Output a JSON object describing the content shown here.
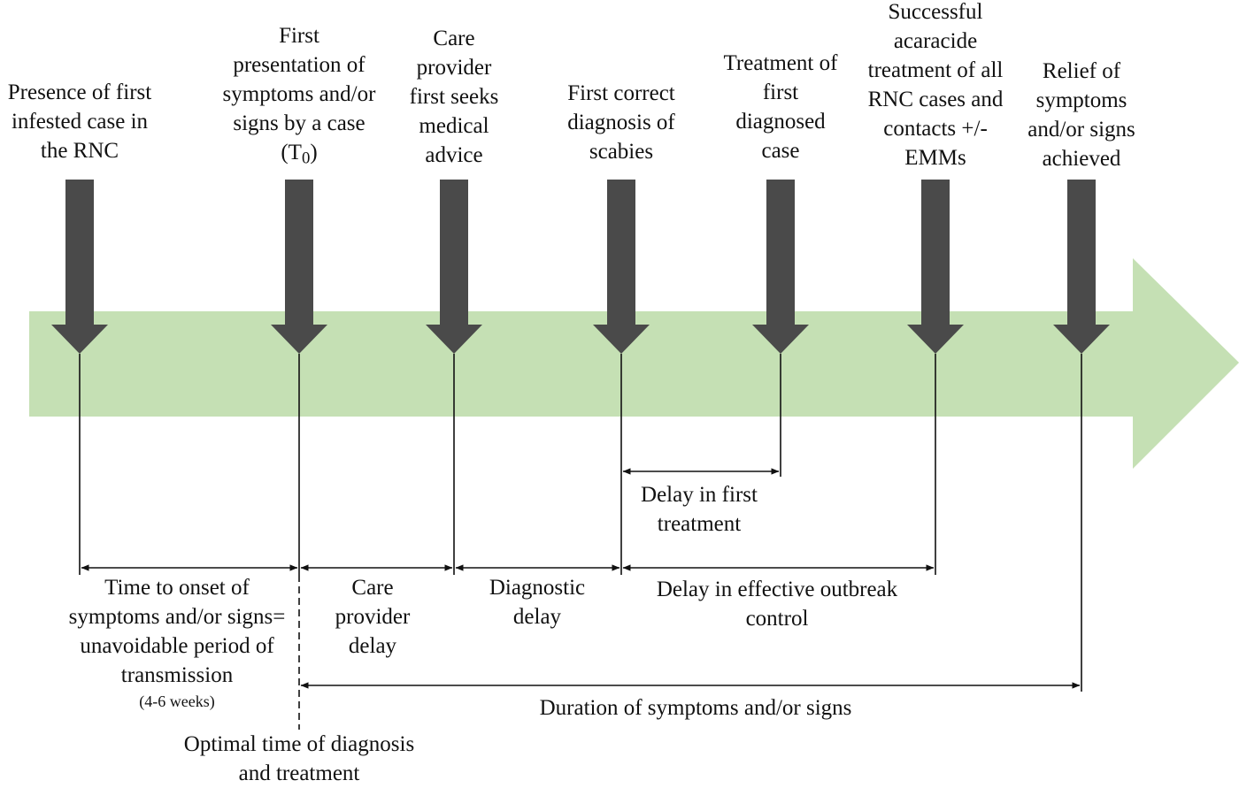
{
  "events": [
    {
      "lines": [
        "Presence of first",
        "infested case in",
        "the RNC"
      ]
    },
    {
      "lines": [
        "First",
        "presentation of",
        "symptoms and/or",
        "signs by a case"
      ],
      "t0": [
        "(T",
        "0",
        ")"
      ]
    },
    {
      "lines": [
        "Care",
        "provider",
        "first seeks",
        "medical",
        "advice"
      ]
    },
    {
      "lines": [
        "First correct",
        "diagnosis of",
        "scabies"
      ]
    },
    {
      "lines": [
        "Treatment of",
        "first",
        "diagnosed",
        "case"
      ]
    },
    {
      "lines": [
        "Successful",
        "acaracide",
        "treatment of all",
        "RNC cases and",
        "contacts +/-",
        "EMMs"
      ]
    },
    {
      "lines": [
        "Relief of",
        "symptoms",
        "and/or signs",
        "achieved"
      ]
    }
  ],
  "intervals": {
    "first_treatment": [
      "Delay in first",
      "treatment"
    ],
    "onset": [
      "Time to onset of",
      "symptoms and/or signs=",
      "unavoidable period of",
      "transmission"
    ],
    "onset_weeks": "(4-6 weeks)",
    "care_provider": [
      "Care",
      "provider",
      "delay"
    ],
    "diagnostic": [
      "Diagnostic",
      "delay"
    ],
    "outbreak_control": [
      "Delay in effective outbreak",
      "control"
    ],
    "duration": "Duration of symptoms and/or signs",
    "optimal": [
      "Optimal time of diagnosis",
      "and treatment"
    ]
  },
  "colors": {
    "timeline_band": "#c5e0b4",
    "event_arrow": "#4a4a4a",
    "line": "#111111"
  }
}
